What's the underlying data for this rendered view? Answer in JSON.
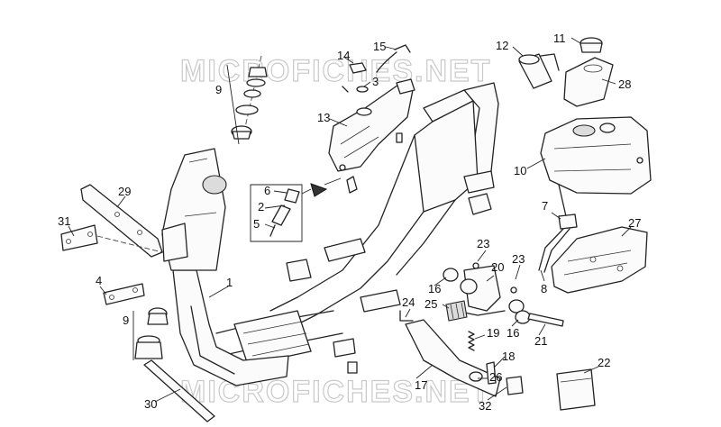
{
  "watermark": {
    "top": "MICROFICHES.NET",
    "bottom": "MICROFICHES.NET"
  },
  "callouts": [
    "1",
    "2",
    "3",
    "4",
    "5",
    "6",
    "7",
    "8",
    "9",
    "9",
    "10",
    "11",
    "12",
    "13",
    "14",
    "15",
    "16",
    "16",
    "17",
    "18",
    "19",
    "20",
    "21",
    "22",
    "23",
    "23",
    "24",
    "25",
    "26",
    "27",
    "28",
    "29",
    "30",
    "31",
    "32"
  ]
}
